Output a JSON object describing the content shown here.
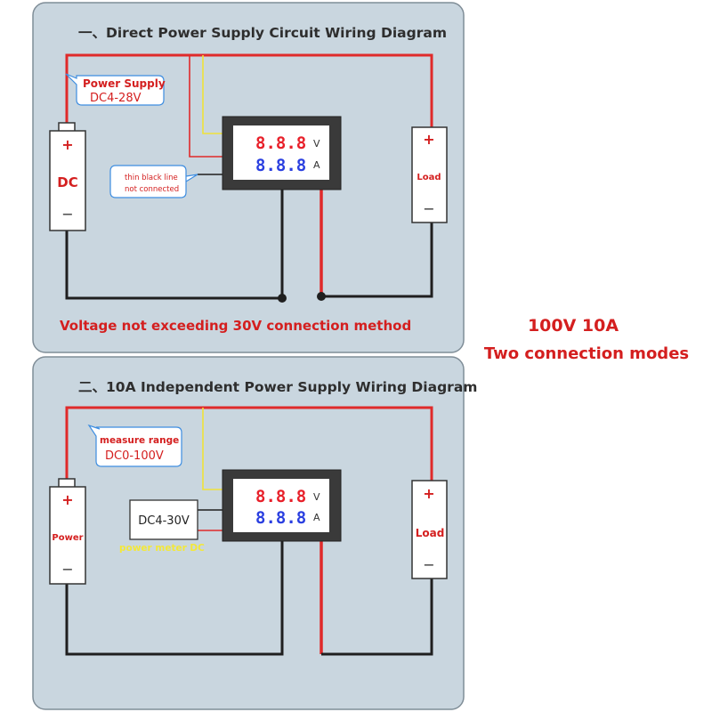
{
  "panel1": {
    "title": "一、Direct Power Supply Circuit Wiring Diagram",
    "power_supply_label": "Power Supply",
    "power_supply_range": "DC4-28V",
    "thin_line_note_1": "thin black line",
    "thin_line_note_2": "not connected",
    "battery_label": "DC",
    "plus": "+",
    "minus": "−",
    "load_label": "Load",
    "meter_voltage_digits": "8.8.8",
    "meter_current_digits": "8.8.8",
    "meter_voltage_unit": "V",
    "meter_current_unit": "A",
    "bottom_text": "Voltage not exceeding 30V connection method"
  },
  "panel2": {
    "title": "二、10A Independent Power Supply Wiring Diagram",
    "measure_label": "measure range",
    "measure_range": "DC0-100V",
    "battery_label": "Power",
    "plus": "+",
    "minus": "−",
    "load_label": "Load",
    "meter_dc_box": "DC4-30V",
    "meter_dc_label": "power meter DC",
    "meter_voltage_digits": "8.8.8",
    "meter_current_digits": "8.8.8",
    "meter_voltage_unit": "V",
    "meter_current_unit": "A"
  },
  "side": {
    "rating": "100V 10A",
    "modes": "Two connection modes"
  },
  "colors": {
    "panel_bg": "#c9d6df",
    "panel_border": "#7f8d97",
    "wire_red": "#e02a2a",
    "wire_black": "#1f1f1f",
    "wire_yellow": "#f0e23a",
    "callout_border": "#3d8de0",
    "meter_frame": "#3a3a3a",
    "meter_screen": "#ffffff",
    "label_red": "#d41f1f"
  }
}
